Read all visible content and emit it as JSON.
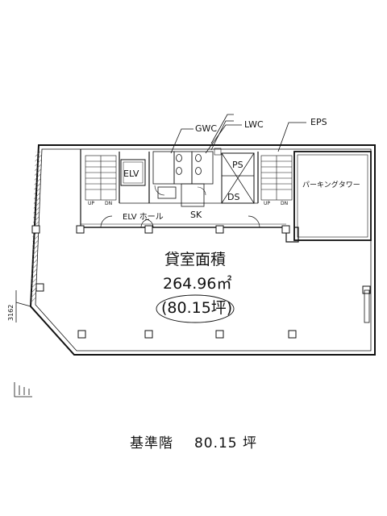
{
  "labels": {
    "gwc": "GWC",
    "lwc": "LWC",
    "eps": "EPS",
    "elv": "ELV",
    "elv_hall": "ELV ホール",
    "sk": "SK",
    "ps": "PS",
    "ds": "DS",
    "parking": "パーキングタワー",
    "up1": "UP",
    "dn1": "DN",
    "up2": "UP",
    "dn2": "DN",
    "dim": "3162"
  },
  "area": {
    "title": "貸室面積",
    "sqm": "264.96㎡",
    "tsubo": "(80.15坪)"
  },
  "caption": {
    "floor": "基準階",
    "size": "80.15 坪"
  },
  "colors": {
    "line": "#111111",
    "hatch": "#444444"
  }
}
